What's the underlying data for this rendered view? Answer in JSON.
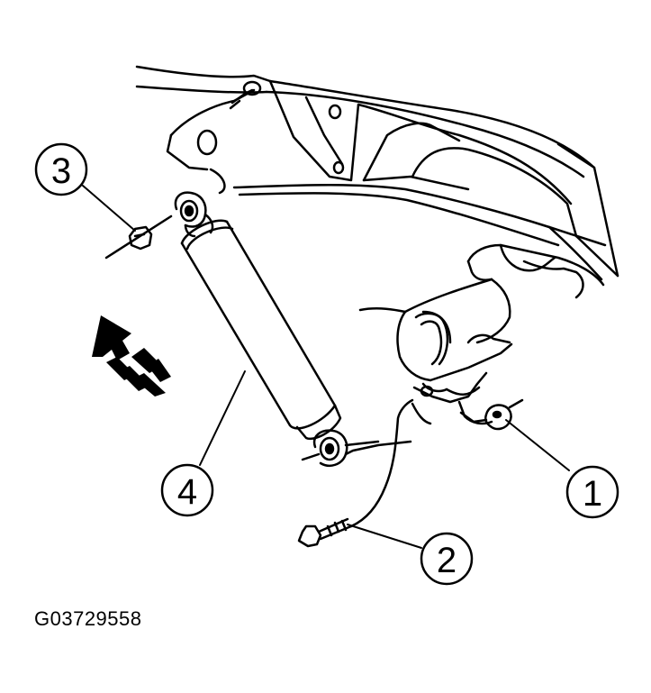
{
  "figure_id": "G03729558",
  "callouts": [
    {
      "label": "1",
      "part": "nut"
    },
    {
      "label": "2",
      "part": "bolt"
    },
    {
      "label": "3",
      "part": "nut"
    },
    {
      "label": "4",
      "part": "shock-absorber"
    }
  ],
  "colors": {
    "ink": "#000000",
    "paper": "#ffffff"
  }
}
